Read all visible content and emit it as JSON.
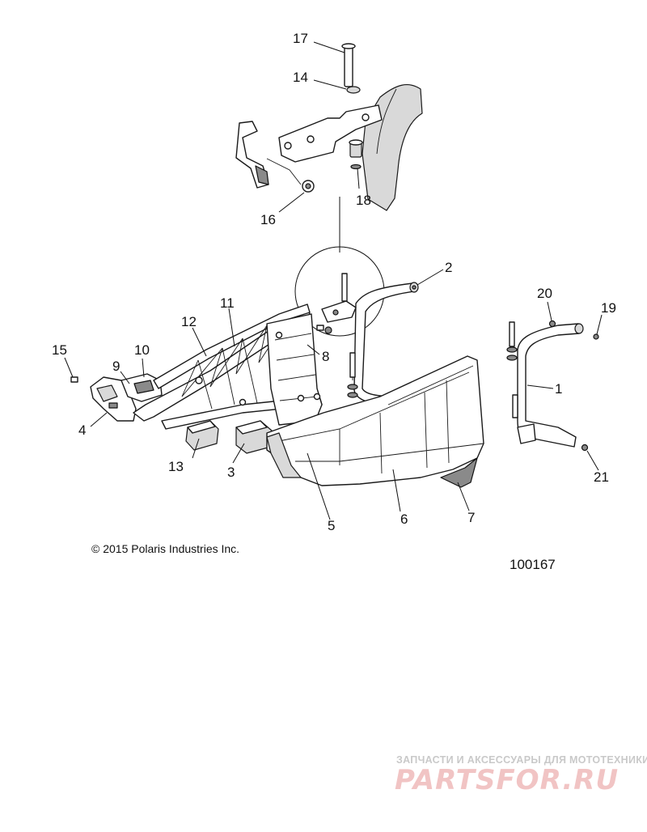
{
  "callouts": [
    {
      "label": "17"
    },
    {
      "label": "14"
    },
    {
      "label": "16"
    },
    {
      "label": "18"
    },
    {
      "label": "2"
    },
    {
      "label": "20"
    },
    {
      "label": "19"
    },
    {
      "label": "1"
    },
    {
      "label": "21"
    },
    {
      "label": "11"
    },
    {
      "label": "12"
    },
    {
      "label": "15"
    },
    {
      "label": "10"
    },
    {
      "label": "9"
    },
    {
      "label": "8"
    },
    {
      "label": "4"
    },
    {
      "label": "13"
    },
    {
      "label": "3"
    },
    {
      "label": "5"
    },
    {
      "label": "6"
    },
    {
      "label": "7"
    }
  ],
  "copyright": "© 2015 Polaris Industries Inc.",
  "figure_number": "100167",
  "watermark": {
    "tagline": "ЗАПЧАСТИ И АКСЕССУАРЫ ДЛЯ МОТОТЕХНИКИ",
    "logo": "PARTSFOR.RU"
  }
}
